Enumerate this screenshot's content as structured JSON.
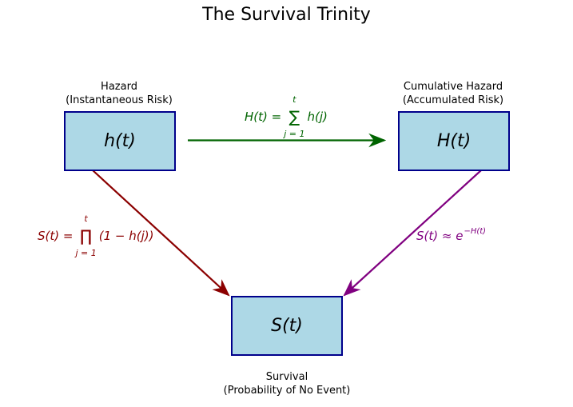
{
  "title": "The Survival Trinity",
  "nodes": {
    "hazard": {
      "symbol": "h(t)",
      "label_line1": "Hazard",
      "label_line2": "(Instantaneous Risk)"
    },
    "cumulative": {
      "symbol": "H(t)",
      "label_line1": "Cumulative Hazard",
      "label_line2": "(Accumulated Risk)"
    },
    "survival": {
      "symbol": "S(t)",
      "label_line1": "Survival",
      "label_line2": "(Probability of No Event)"
    }
  },
  "edges": {
    "hazard_to_cumulative": {
      "lhs": "H(t) =",
      "operator": "∑",
      "upper": "t",
      "lower": "j = 1",
      "rhs": "h(j)",
      "color": "#006400"
    },
    "hazard_to_survival": {
      "lhs": "S(t) =",
      "operator": "∏",
      "upper": "t",
      "lower": "j = 1",
      "rhs": "(1 − h(j))",
      "color": "#8b0000"
    },
    "cumulative_to_survival": {
      "lhs": "S(t) ≈ e",
      "exponent": "−H(t)",
      "color": "#800080"
    }
  }
}
